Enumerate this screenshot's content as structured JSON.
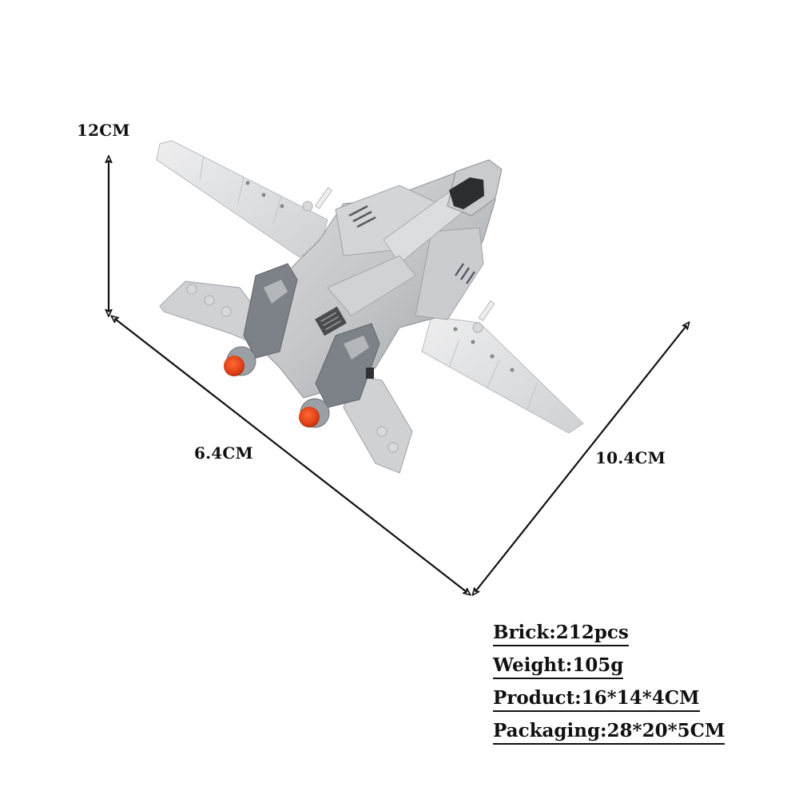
{
  "product": {
    "subject": "Brick-built fighter jet model (top-down view, swept wings)",
    "colors": {
      "body": "#c9cbcd",
      "body_light": "#e4e5e6",
      "body_dark": "#7c8287",
      "canopy": "#2b2d2f",
      "exhaust": "#e8471c",
      "line": "#111111"
    }
  },
  "dimensions": {
    "height": "12CM",
    "width": "6.4CM",
    "length": "10.4CM"
  },
  "specs": [
    {
      "label": "Brick",
      "value": "212pcs",
      "text": "Brick:212pcs"
    },
    {
      "label": "Weight",
      "value": "105g",
      "text": "Weight:105g"
    },
    {
      "label": "Product",
      "value": "16*14*4CM",
      "text": "Product:16*14*4CM"
    },
    {
      "label": "Packaging",
      "value": "28*20*5CM",
      "text": "Packaging:28*20*5CM"
    }
  ]
}
